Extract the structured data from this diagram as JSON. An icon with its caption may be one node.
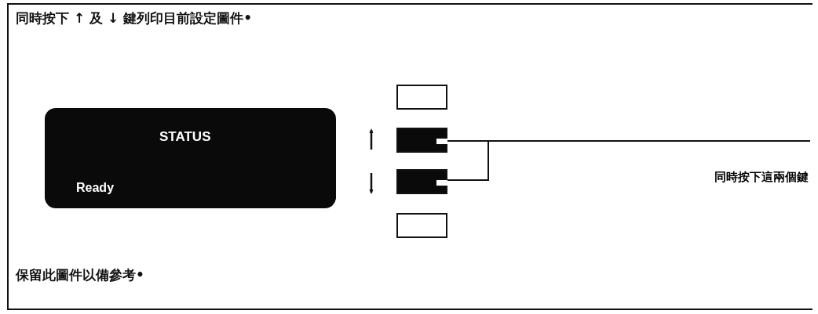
{
  "diagram": {
    "nodes": [
      {
        "text": [
          "STATUS",
          "Ready"
        ]
      },
      {
        "text": [],
        "shape": "box"
      },
      {
        "text": [],
        "shape": "box"
      },
      {
        "text": [],
        "shape": "box"
      },
      {
        "text": [],
        "shape": "box"
      },
      {
        "text": [
          "同時按下這兩個鍵"
        ]
      }
    ],
    "edges": [
      {
        "from": 5,
        "to": 2,
        "arrow": "none"
      },
      {
        "from": 5,
        "to": 3,
        "arrow": "none"
      }
    ],
    "labels": [
      "同時按下 ↑ 及 ↓ 鍵列印目前設定圖件•",
      "保留此圖件以備參考•"
    ]
  }
}
